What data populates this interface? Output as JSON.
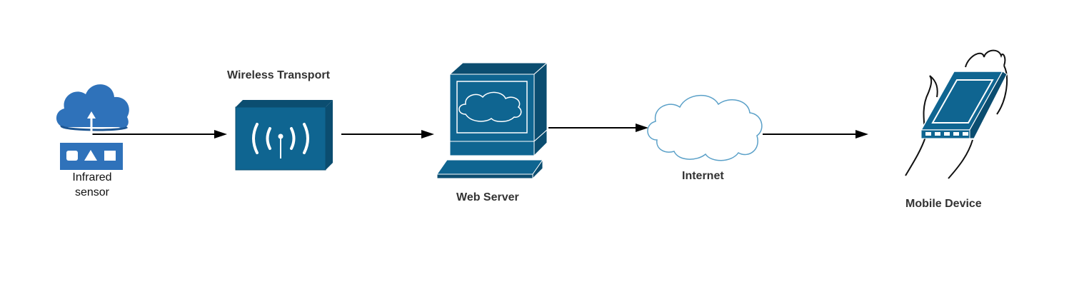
{
  "diagram": {
    "nodes": {
      "infrared_sensor": {
        "label_line1": "Infrared",
        "label_line2": "sensor"
      },
      "wireless_transport": {
        "label": "Wireless Transport"
      },
      "web_server": {
        "label": "Web Server"
      },
      "internet": {
        "label": "Internet"
      },
      "mobile_device": {
        "label": "Mobile Device"
      }
    },
    "edges": [
      {
        "from": "infrared_sensor",
        "to": "wireless_transport"
      },
      {
        "from": "wireless_transport",
        "to": "web_server"
      },
      {
        "from": "web_server",
        "to": "internet"
      },
      {
        "from": "internet",
        "to": "mobile_device"
      }
    ],
    "colors": {
      "node_fill": "#0f6591",
      "node_dark": "#0b4d70",
      "sensor_blue": "#2f72ba",
      "cloud_outline": "#5aa0c8",
      "arrow": "#000000",
      "label_text": "#333333"
    }
  }
}
